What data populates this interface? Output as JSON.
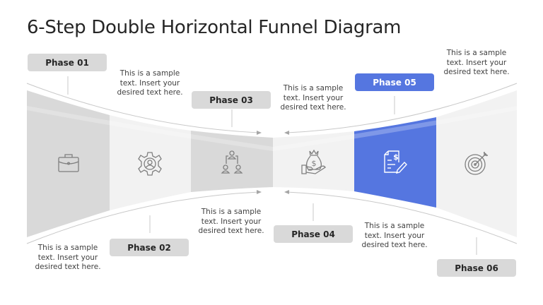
{
  "slide": {
    "title": "6-Step Double Horizontal Funnel Diagram"
  },
  "colors": {
    "accent": "#5576e0",
    "segment_dark": "#d9d9d9",
    "segment_light": "#f2f2f2",
    "label_bg": "#d9d9d9",
    "text": "#404040",
    "icon_stroke": "#7f7f7f"
  },
  "phases": [
    {
      "label": "Phase 01",
      "description": "This is a sample text. Insert your desired text here.",
      "icon": "briefcase-icon",
      "active": false
    },
    {
      "label": "Phase 02",
      "description": "This is a sample text. Insert your desired text here.",
      "icon": "gear-user-icon",
      "active": false
    },
    {
      "label": "Phase 03",
      "description": "This is a sample text. Insert your desired text here.",
      "icon": "org-chart-icon",
      "active": false
    },
    {
      "label": "Phase 04",
      "description": "This is a sample text. Insert your desired text here.",
      "icon": "money-bag-hand-icon",
      "active": false
    },
    {
      "label": "Phase 05",
      "description": "This is a sample text. Insert your desired text here.",
      "icon": "invoice-pen-icon",
      "active": true
    },
    {
      "label": "Phase 06",
      "description": "This is a sample text. Insert your desired text here.",
      "icon": "target-icon",
      "active": false
    }
  ]
}
